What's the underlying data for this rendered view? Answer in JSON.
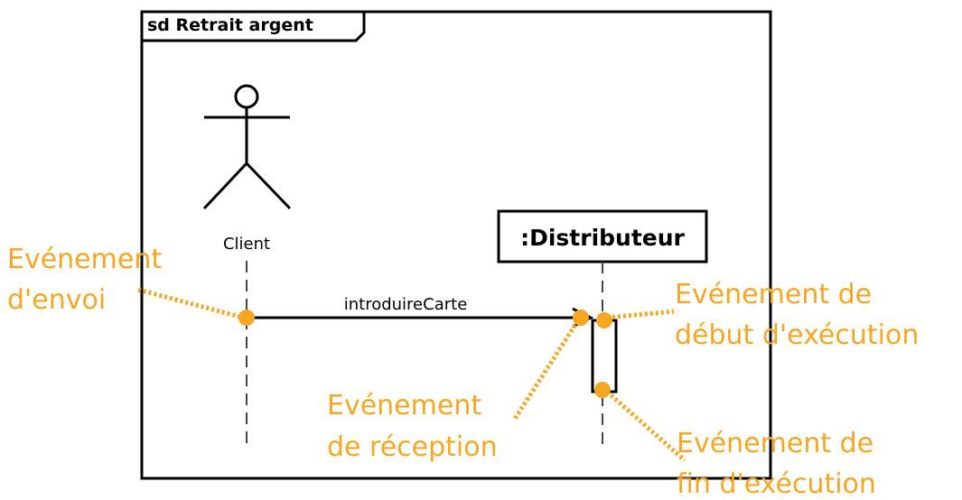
{
  "frame": {
    "title": "sd Retrait argent"
  },
  "actor": {
    "label": "Client"
  },
  "lifeline": {
    "title": ":Distributeur"
  },
  "message": {
    "label": "introduireCarte"
  },
  "annotations": {
    "send_event": {
      "line1": "Evénement",
      "line2": "d'envoi"
    },
    "receive_event": {
      "line1": "Evénement",
      "line2": "de réception"
    },
    "exec_start_event": {
      "line1": "Evénement de",
      "line2": "début d'exécution"
    },
    "exec_end_event": {
      "line1": "Evénement de",
      "line2": "fin d'exécution"
    }
  },
  "colors": {
    "annotation": "#F5A623",
    "ink": "#000000"
  }
}
